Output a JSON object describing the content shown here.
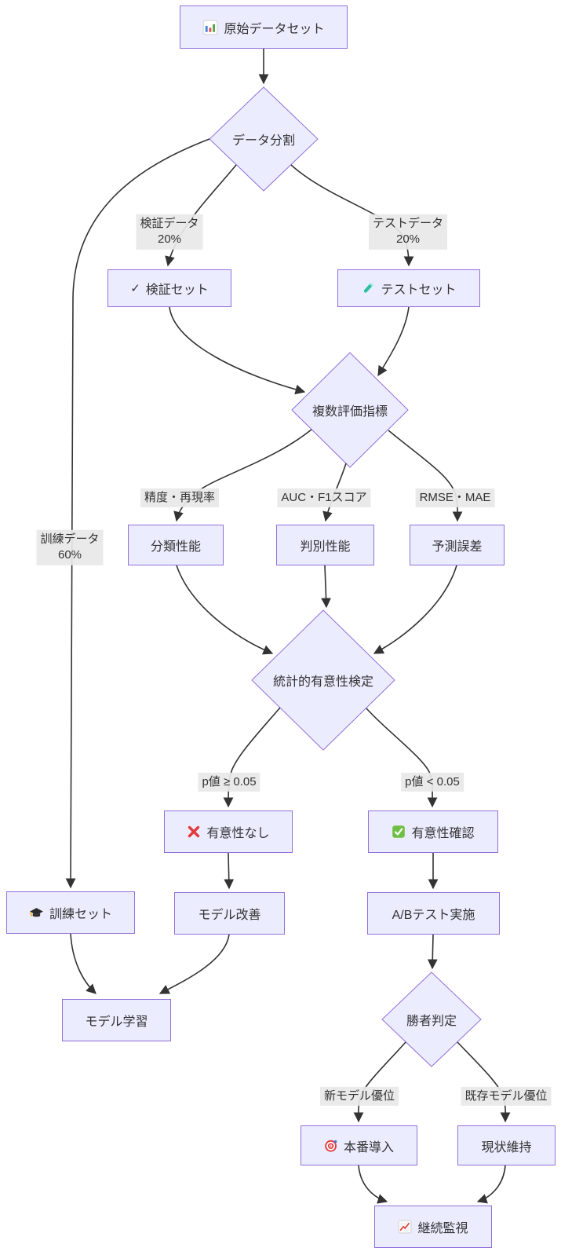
{
  "colors": {
    "node_fill": "#ECECFF",
    "node_border": "#9370DB",
    "edge_line": "#333333",
    "edge_label_bg": "#e8e8e8",
    "text": "#333333"
  },
  "nodes": {
    "raw_dataset": {
      "label": "原始データセット",
      "icon": "bar-chart-icon"
    },
    "data_split": {
      "label": "データ分割"
    },
    "validation_set": {
      "label": "検証セット",
      "icon": "check-icon",
      "icon_char": "✓"
    },
    "test_set": {
      "label": "テストセット",
      "icon": "test-tube-icon"
    },
    "multi_metrics": {
      "label": "複数評価指標"
    },
    "classification_perf": {
      "label": "分類性能"
    },
    "discrimination_perf": {
      "label": "判別性能"
    },
    "prediction_error": {
      "label": "予測誤差"
    },
    "significance_test": {
      "label": "統計的有意性検定"
    },
    "no_significance": {
      "label": "有意性なし",
      "icon": "cross-mark-icon"
    },
    "significance_confirmed": {
      "label": "有意性確認",
      "icon": "check-box-icon"
    },
    "training_set": {
      "label": "訓練セット",
      "icon": "graduation-cap-icon"
    },
    "model_improvement": {
      "label": "モデル改善"
    },
    "ab_test": {
      "label": "A/Bテスト実施"
    },
    "model_training": {
      "label": "モデル学習"
    },
    "winner_decision": {
      "label": "勝者判定"
    },
    "production_deploy": {
      "label": "本番導入",
      "icon": "target-icon"
    },
    "status_quo": {
      "label": "現状維持"
    },
    "continuous_monitoring": {
      "label": "継続監視",
      "icon": "chart-increasing-icon"
    }
  },
  "edge_labels": {
    "validation_data": {
      "line1": "検証データ",
      "line2": "20%"
    },
    "test_data": {
      "line1": "テストデータ",
      "line2": "20%"
    },
    "training_data": {
      "line1": "訓練データ",
      "line2": "60%"
    },
    "accuracy_recall": "精度・再現率",
    "auc_f1": "AUC・F1スコア",
    "rmse_mae": "RMSE・MAE",
    "p_ge_005": "p値 ≥ 0.05",
    "p_lt_005": "p値 < 0.05",
    "new_model_wins": "新モデル優位",
    "existing_model_wins": "既存モデル優位"
  }
}
